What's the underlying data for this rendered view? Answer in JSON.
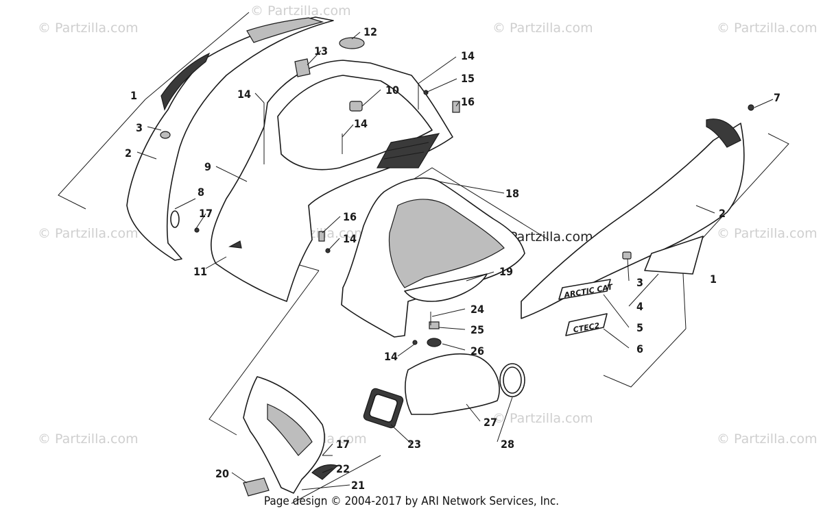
{
  "watermarks": [
    {
      "text": "© Partzilla.com"
    },
    {
      "text": "© Partzilla.com"
    },
    {
      "text": "© Partzilla.com"
    },
    {
      "text": "© Partzilla.com"
    },
    {
      "text": "© Partzilla.com"
    },
    {
      "text": "© Partzilla.com"
    },
    {
      "text": "© Partzilla.com"
    },
    {
      "text": "© Partzilla.com"
    },
    {
      "text": "© Partzilla.com"
    },
    {
      "text": "© Partzilla.com"
    },
    {
      "text": "© Partzilla.com"
    },
    {
      "text": "© Partzilla.com"
    }
  ],
  "callouts": [
    "1",
    "3",
    "2",
    "8",
    "17",
    "9",
    "11",
    "13",
    "12",
    "14",
    "10",
    "14",
    "14",
    "15",
    "16",
    "16",
    "14",
    "18",
    "19",
    "1",
    "7",
    "2",
    "3",
    "4",
    "5",
    "6",
    "24",
    "25",
    "26",
    "14",
    "27",
    "28",
    "23",
    "17",
    "22",
    "20",
    "21"
  ],
  "decals": {
    "brand": "ARCTIC CAT",
    "model": "CTEC2"
  },
  "footer": "Page design © 2004-2017 by ARI Network Services, Inc."
}
